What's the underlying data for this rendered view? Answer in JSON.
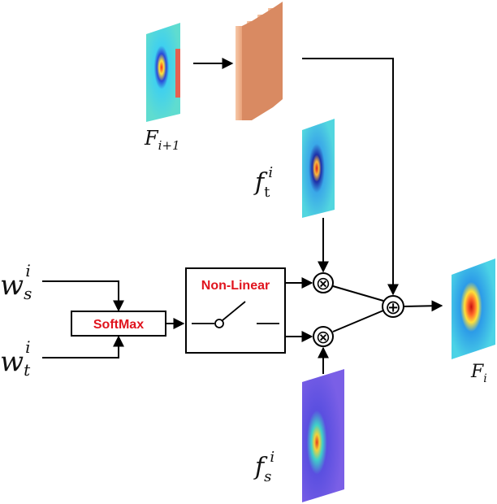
{
  "labels": {
    "F_next": {
      "base": "F",
      "sub": "i+1"
    },
    "f_t": {
      "base": "f",
      "sub": "t",
      "sup": "i"
    },
    "f_s": {
      "base": "f",
      "sub": "s",
      "sup": "i"
    },
    "F_out": {
      "base": "F",
      "sub": "i"
    },
    "w_s": {
      "base": "w",
      "sub": "s",
      "sup": "i"
    },
    "w_t": {
      "base": "w",
      "sub": "t",
      "sup": "i"
    }
  },
  "blocks": {
    "softmax": "SoftMax",
    "nonlinear": "Non-Linear"
  },
  "operators": {
    "multiply": "⊗",
    "add": "⊕"
  },
  "colors": {
    "accent_text": "#e0141e",
    "conv_layers": "#f2b48f",
    "heatmap_cool": "#2fb7e6",
    "heatmap_hot": "#d81e1e",
    "heatmap_purple": "#6a4fd8"
  }
}
